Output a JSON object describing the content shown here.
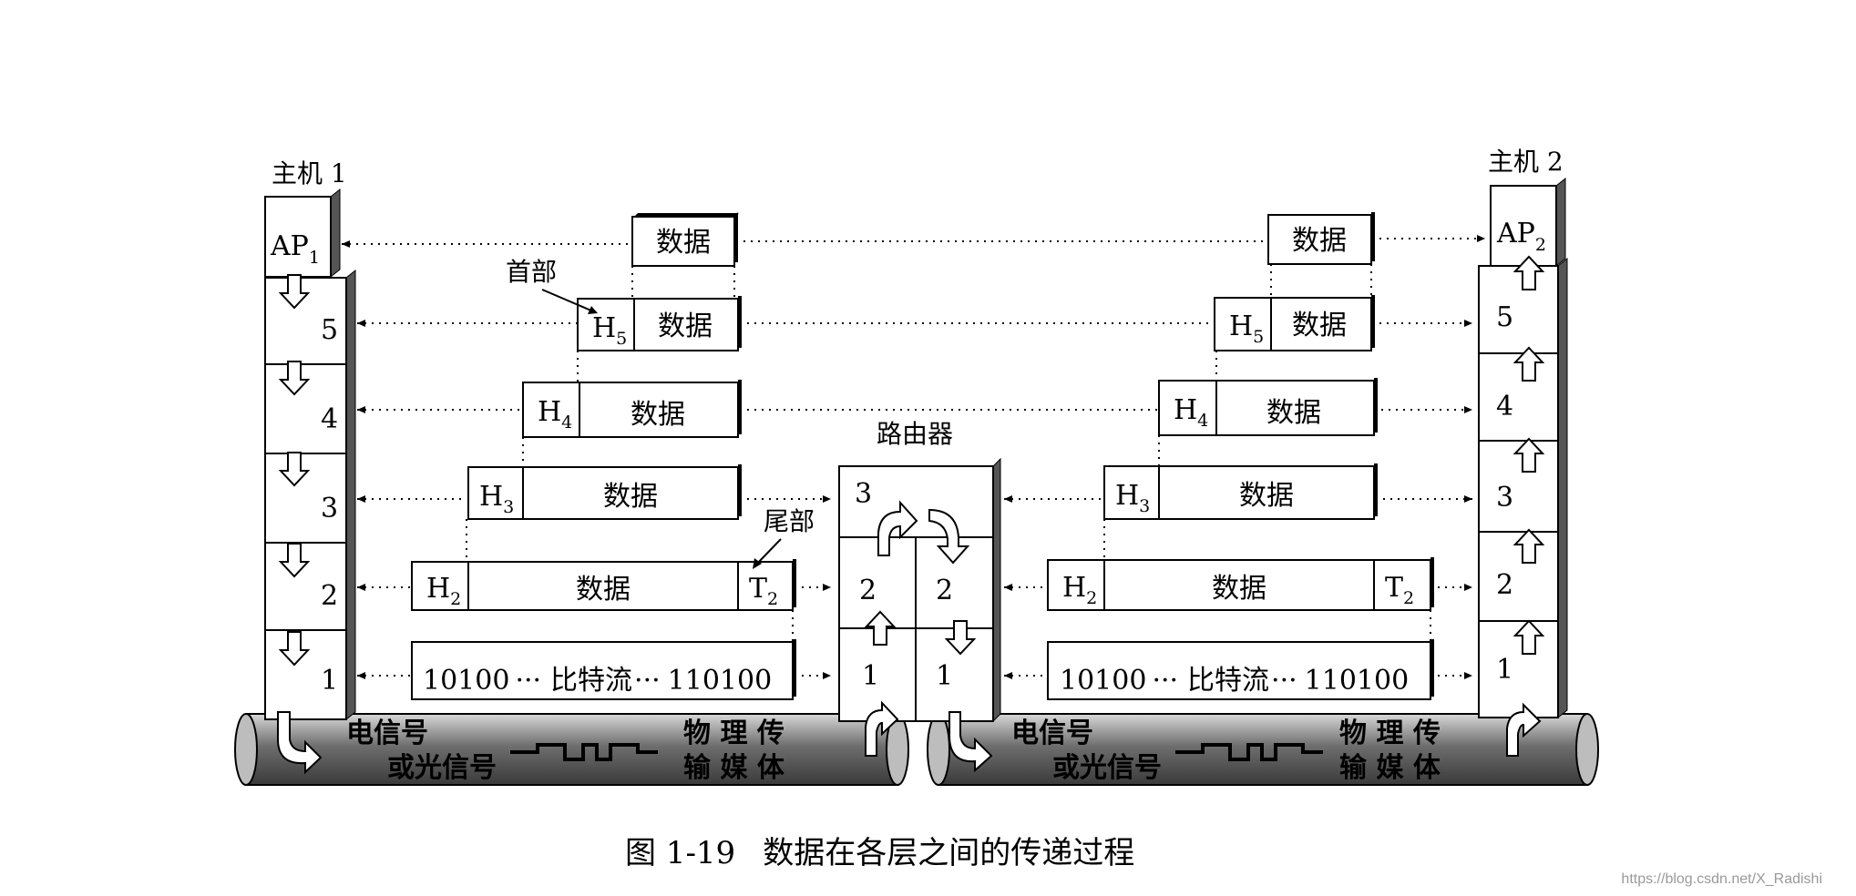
{
  "host1": {
    "title": "主机 1",
    "ap_base": "AP",
    "ap_sub": "1"
  },
  "host2": {
    "title": "主机 2",
    "ap_base": "AP",
    "ap_sub": "2"
  },
  "router": {
    "title": "路由器",
    "layer3": "3",
    "layer2": "2",
    "layer1": "1"
  },
  "layers": [
    "5",
    "4",
    "3",
    "2",
    "1"
  ],
  "data_label": "数据",
  "headers": {
    "h_base": "H",
    "h5": "5",
    "h4": "4",
    "h3": "3",
    "h2": "2",
    "t_base": "T",
    "t2": "2"
  },
  "bitstream": {
    "left": "10100",
    "dots": "···",
    "middle": "比特流",
    "right": "110100"
  },
  "callouts": {
    "header": "首部",
    "trailer": "尾部"
  },
  "medium": {
    "signal_line1": "电信号",
    "signal_line2": "或光信号",
    "medium_line1": "物 理 传",
    "medium_line2": "输 媒 体"
  },
  "caption": {
    "number": "图 1-19",
    "text": "数据在各层之间的传递过程"
  },
  "watermark": "https://blog.csdn.net/X_Radishi"
}
